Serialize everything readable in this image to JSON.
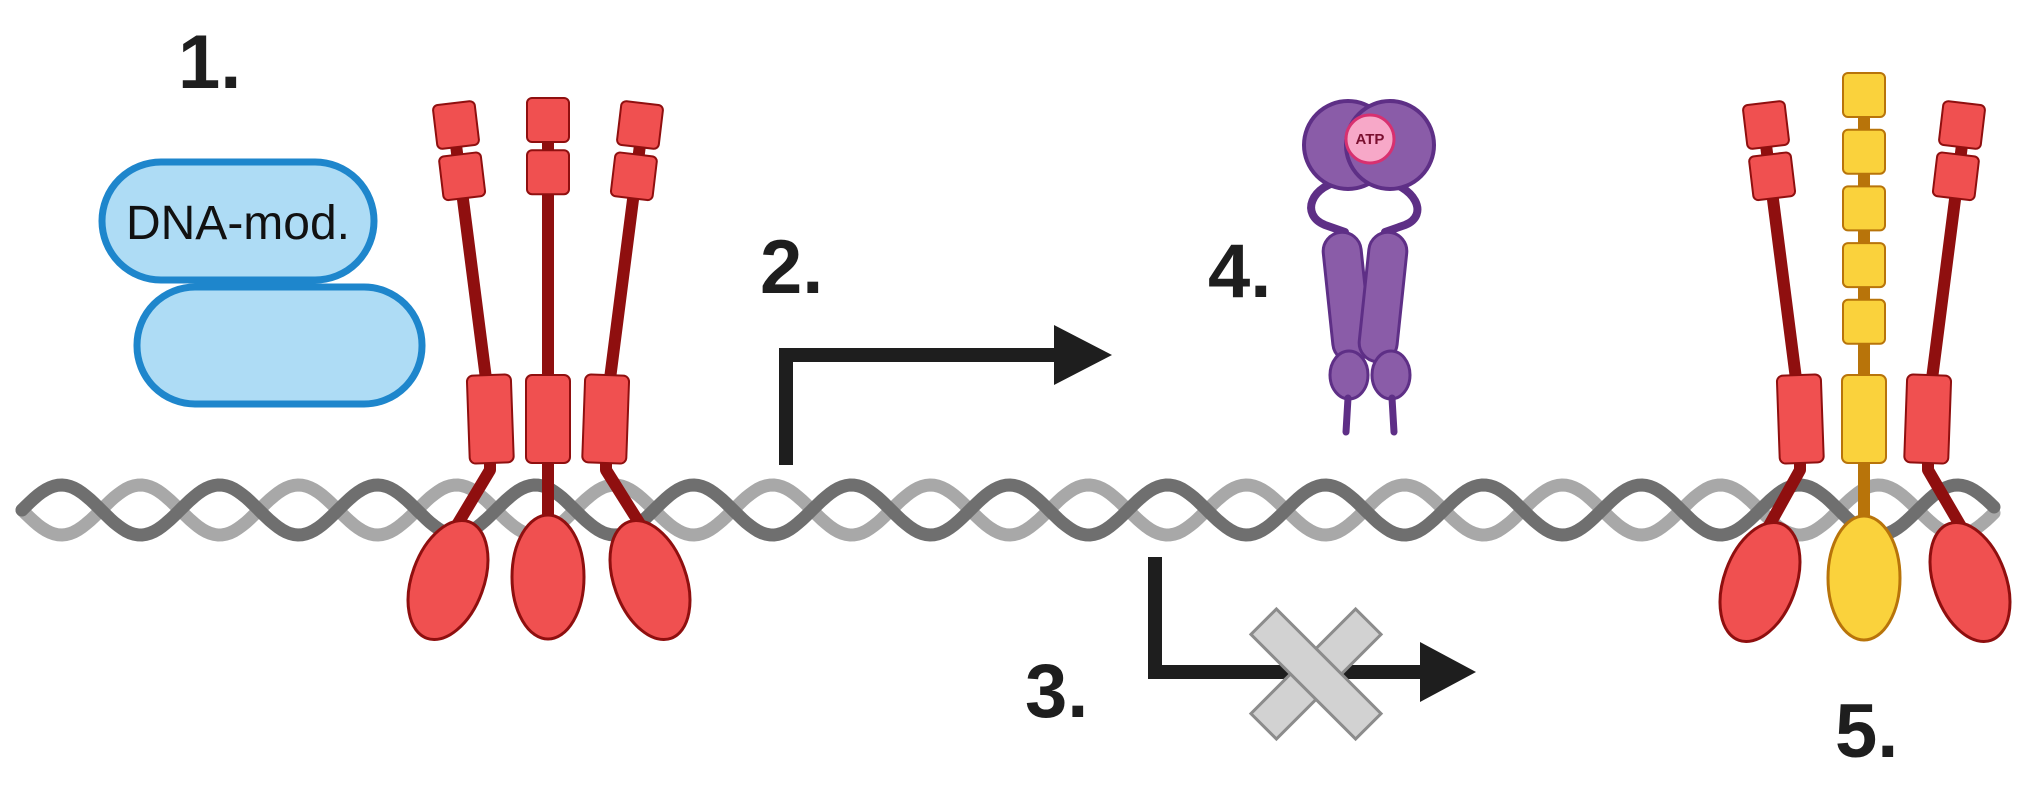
{
  "labels": {
    "step1": "1.",
    "step2": "2.",
    "step3": "3.",
    "step4": "4.",
    "step5": "5.",
    "dna_modifier": "DNA-mod.",
    "atp": "ATP"
  },
  "colors": {
    "dna_dark": "#6f6f6f",
    "dna_light": "#a8a8a8",
    "cohesin_red": "#f05050",
    "cohesin_red_dark": "#8f0f0f",
    "cohesin_yellow": "#fad23c",
    "cohesin_yellow_dark": "#b8740a",
    "motor_purple": "#8a5ca8",
    "motor_purple_dark": "#5e2f86",
    "atp_pink": "#f7a8c8",
    "dna_mod_blue": "#aedcf5",
    "dna_mod_blue_border": "#1e86cc",
    "arrow": "#1e1e1e",
    "x_mark": "#d0d0d0"
  },
  "icons": {
    "active_transcription": "bent-arrow-icon",
    "blocked_transcription": "bent-arrow-icon",
    "blocked_mark": "x-mark-icon"
  }
}
